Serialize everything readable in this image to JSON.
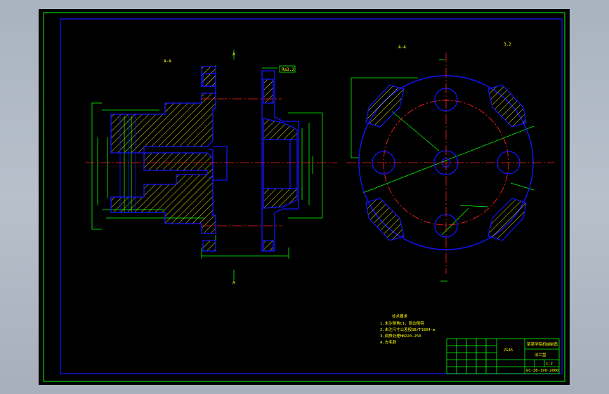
{
  "colors": {
    "frame": "#00ff00",
    "outline": "#1414ff",
    "center": "#ff2020",
    "dim": "#00ff00",
    "hatch": "#ffff00",
    "text": "#ffff00",
    "background": "#000000"
  },
  "views": {
    "section_label": "A-A",
    "right_view_label": "A-A",
    "surface_note": "3.2",
    "cut_mark_top": "A",
    "cut_mark_bottom": "A",
    "roughness_box": "Ra3.2"
  },
  "notes": {
    "title": "技术要求",
    "lines": [
      "1.未注倒角C1，锐边倒钝",
      "2.未注尺寸公差按GB/T1804-m",
      "3.调质处理HB220-250",
      "4.去毛刺"
    ]
  },
  "title_block": {
    "material": "ZG45",
    "part_name": "法兰盘",
    "drawing_no": "GC-ZB-190-2008",
    "scale": "1:2",
    "school": "某某学院机械制造"
  }
}
